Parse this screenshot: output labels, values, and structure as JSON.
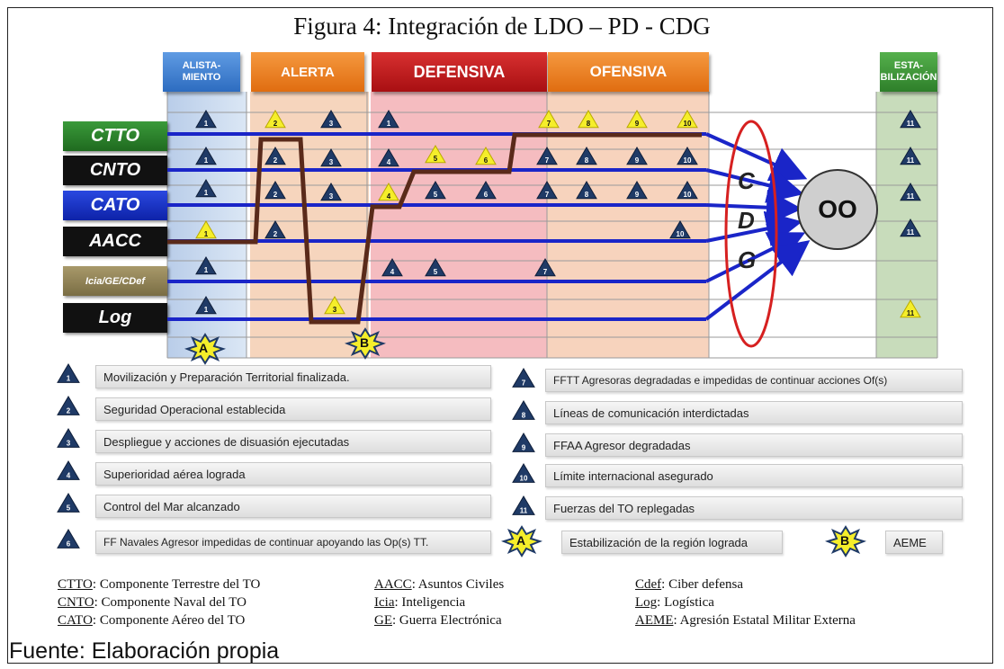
{
  "title": "Figura 4: Integración de LDO – PD - CDG",
  "phases": [
    {
      "label": "ALISTA-\nMIENTO",
      "color": "#3a7fd5"
    },
    {
      "label": "ALERTA",
      "color": "#f07a1e"
    },
    {
      "label": "DEFENSIVA",
      "color": "#c4161c"
    },
    {
      "label": "OFENSIVA",
      "color": "#f07a1e"
    },
    {
      "label": "ESTA-\nBILIZACIÓN",
      "color": "#3f9a3a"
    }
  ],
  "rows": [
    {
      "label": "CTTO",
      "color": "#2e7d2e"
    },
    {
      "label": "CNTO",
      "color": "#111111"
    },
    {
      "label": "CATO",
      "color": "#1330c8"
    },
    {
      "label": "AACC",
      "color": "#111111"
    },
    {
      "label": "Icia/GE/CDef",
      "color": "#8a7d52"
    },
    {
      "label": "Log",
      "color": "#111111"
    }
  ],
  "cdg": [
    "C",
    "D",
    "G"
  ],
  "objective": "OO",
  "milestones": {
    "a": "A",
    "b": "B"
  },
  "legend_left": [
    {
      "num": "1",
      "text": "Movilización y Preparación Territorial finalizada."
    },
    {
      "num": "2",
      "text": "Seguridad Operacional establecida"
    },
    {
      "num": "3",
      "text": "Despliegue y acciones de disuasión ejecutadas"
    },
    {
      "num": "4",
      "text": "Superioridad aérea lograda"
    },
    {
      "num": "5",
      "text": "Control del Mar alcanzado"
    },
    {
      "num": "6",
      "text": "FF Navales Agresor impedidas de continuar apoyando las Op(s) TT."
    }
  ],
  "legend_right": [
    {
      "num": "7",
      "text": "FFTT Agresoras degradadas e impedidas de continuar acciones Of(s)"
    },
    {
      "num": "8",
      "text": "Líneas de comunicación interdictadas"
    },
    {
      "num": "9",
      "text": "FFAA Agresor degradadas"
    },
    {
      "num": "10",
      "text": "Límite internacional asegurado"
    },
    {
      "num": "11",
      "text": "Fuerzas del TO replegadas"
    }
  ],
  "legend_a": "Estabilización de la región  lograda",
  "legend_b": "AEME",
  "abbreviations": [
    {
      "key": "CTTO",
      "text": ": Componente Terrestre del TO"
    },
    {
      "key": "CNTO",
      "text": ": Componente Naval del TO"
    },
    {
      "key": "CATO",
      "text": ": Componente Aéreo del TO"
    },
    {
      "key": "AACC",
      "text": ": Asuntos Civiles"
    },
    {
      "key": "Icia",
      "text": ": Inteligencia"
    },
    {
      "key": "GE",
      "text": ": Guerra Electrónica"
    },
    {
      "key": "Cdef",
      "text": ": Ciber defensa"
    },
    {
      "key": "Log",
      "text": ": Logística"
    },
    {
      "key": "AEME",
      "text": ": Agresión Estatal Militar Externa"
    }
  ],
  "source": "Fuente: Elaboración propia",
  "colors": {
    "line": "#1a25c8",
    "path": "#5a2a1a",
    "ellipse": "#d62020",
    "yellow": "#f5ee2a",
    "navy": "#1f3a66"
  }
}
